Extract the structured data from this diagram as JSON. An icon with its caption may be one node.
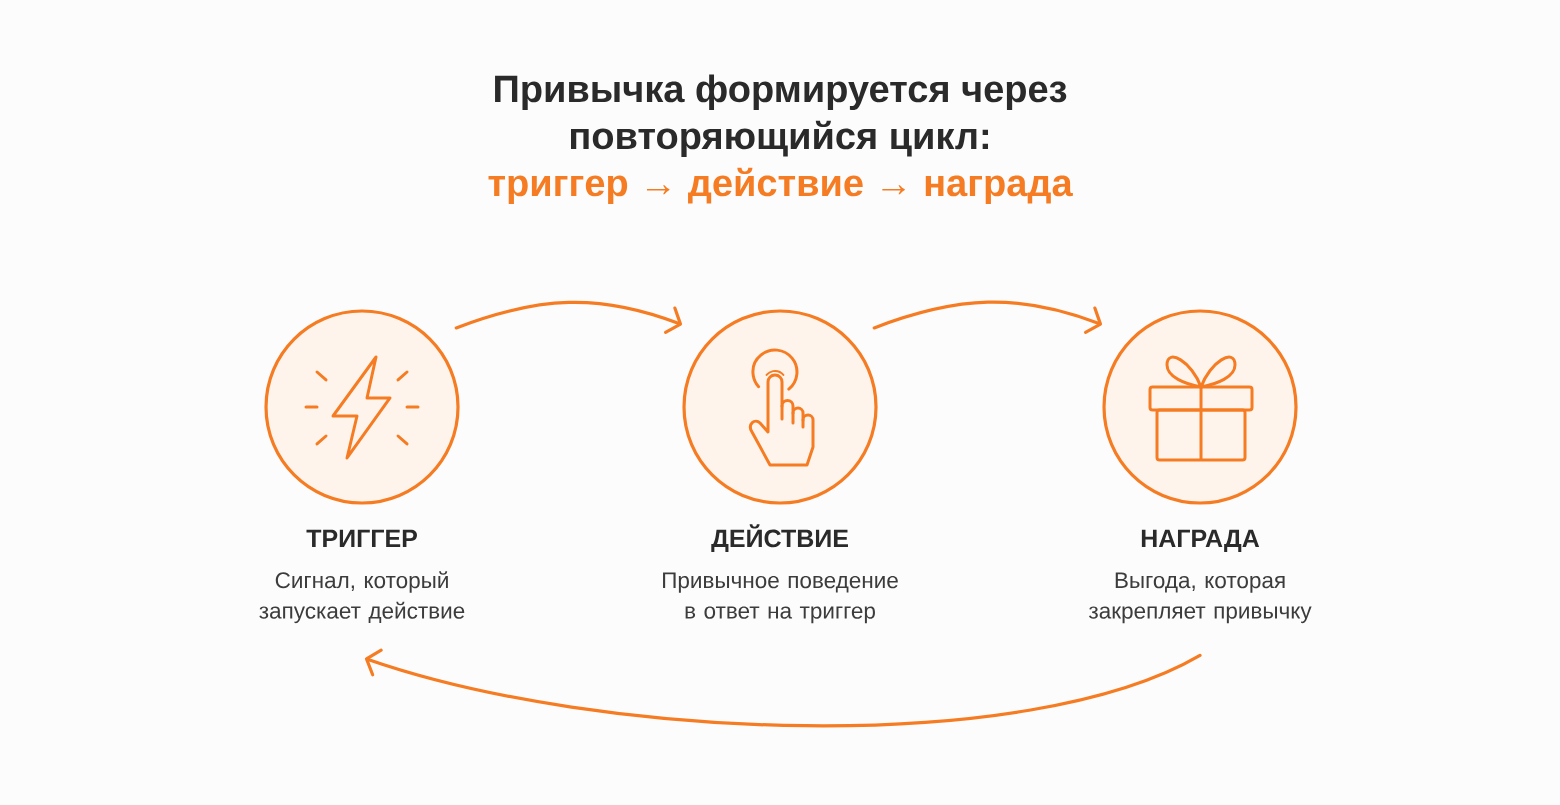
{
  "diagram": {
    "title": "Привычка формируется через повторяющийся цикл:",
    "nodes": [
      {
        "text": [
          "ТРИГГЕР",
          "Сигнал, который запускает действие"
        ]
      },
      {
        "text": [
          "ДЕЙСТВИЕ",
          "Привычное поведение в ответ на триггер"
        ]
      },
      {
        "text": [
          "НАГРАДА",
          "Выгода, которая закрепляет привычку"
        ]
      }
    ],
    "edges": [
      {
        "from": 0,
        "to": 1,
        "arrow": "to"
      },
      {
        "from": 1,
        "to": 2,
        "arrow": "to"
      },
      {
        "from": 2,
        "to": 0,
        "arrow": "to"
      }
    ],
    "labels": [
      "триггер → действие → награда"
    ]
  }
}
